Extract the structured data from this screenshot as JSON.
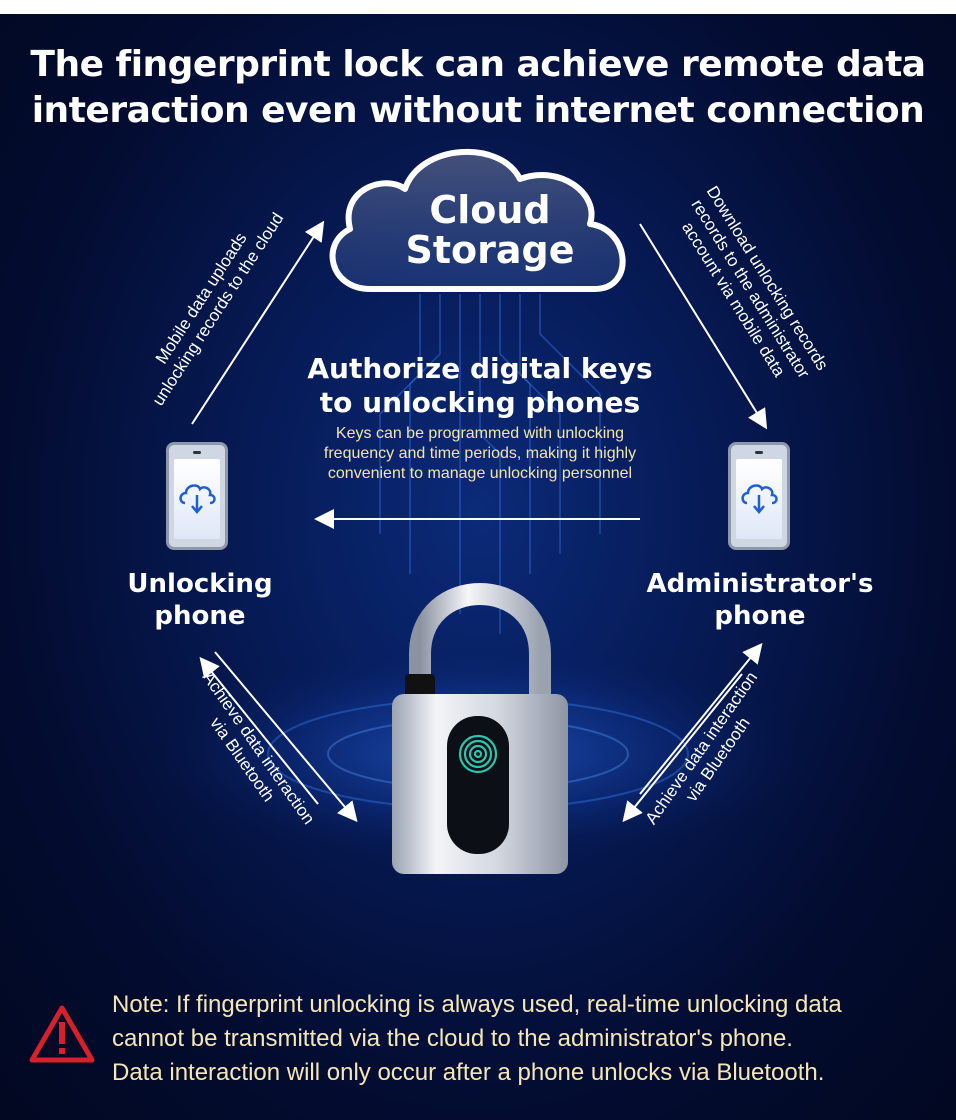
{
  "title": {
    "line1": "The fingerprint lock can achieve remote data",
    "line2": "interaction even without internet connection"
  },
  "cloud": {
    "line1": "Cloud",
    "line2": "Storage"
  },
  "center": {
    "title_line1": "Authorize digital keys",
    "title_line2": "to unlocking phones",
    "desc_line1": "Keys can be programmed with unlocking",
    "desc_line2": "frequency and time periods, making it highly",
    "desc_line3": "convenient to manage unlocking personnel"
  },
  "left_upload": {
    "line1": "Mobile data uploads",
    "line2": "unlocking records to the cloud"
  },
  "right_download": {
    "line1": "Download unlocking records",
    "line2": "records to the administrator",
    "line3": "account via mobile data"
  },
  "unlocking_phone": {
    "line1": "Unlocking",
    "line2": "phone",
    "icon": "cloud-download-icon"
  },
  "admin_phone": {
    "line1": "Administrator's",
    "line2": "phone",
    "icon": "cloud-download-icon"
  },
  "left_bluetooth": {
    "line1": "Achieve data interaction",
    "line2": "via Bluetooth"
  },
  "right_bluetooth": {
    "line1": "Achieve data interaction",
    "line2": "via Bluetooth"
  },
  "note": {
    "line1": "Note: If fingerprint unlocking is always used, real-time unlocking data",
    "line2": "cannot be transmitted via the cloud to the administrator's phone.",
    "line3": "Data interaction will only occur after a phone unlocks via Bluetooth.",
    "icon": "warning-icon"
  },
  "colors": {
    "background": "#061a55",
    "note_text": "#f6e6b5",
    "warning": "#d8202a",
    "fingerprint": "#28c7b0"
  }
}
